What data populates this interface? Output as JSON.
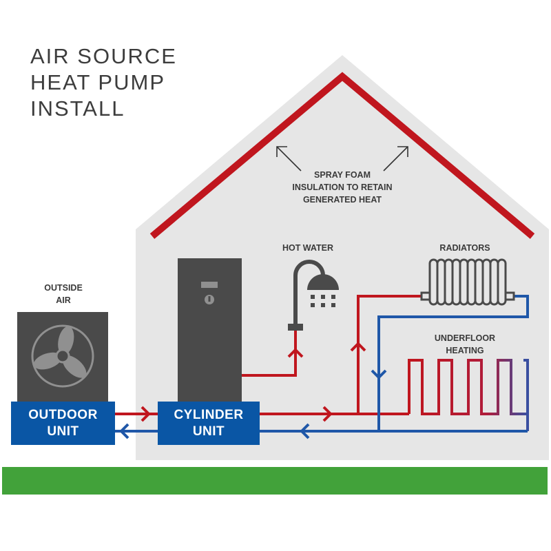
{
  "title": [
    "AIR SOURCE",
    "HEAT PUMP",
    "INSTALL"
  ],
  "labels": {
    "insulation": [
      "SPRAY FOAM",
      "INSULATION TO RETAIN",
      "GENERATED HEAT"
    ],
    "hot_water": "HOT WATER",
    "radiators": "RADIATORS",
    "underfloor": [
      "UNDERFLOOR",
      "HEATING"
    ],
    "outside_air": [
      "OUTSIDE",
      "AIR"
    ]
  },
  "units": {
    "outdoor": [
      "OUTDOOR",
      "UNIT"
    ],
    "cylinder": [
      "CYLINDER",
      "UNIT"
    ]
  },
  "colors": {
    "hot_pipe": "#c0161e",
    "cold_pipe": "#1f57a8",
    "unit_box": "#0a56a5",
    "house": "#e6e6e6",
    "appliance": "#4a4a4a",
    "ground": "#42a23a"
  }
}
